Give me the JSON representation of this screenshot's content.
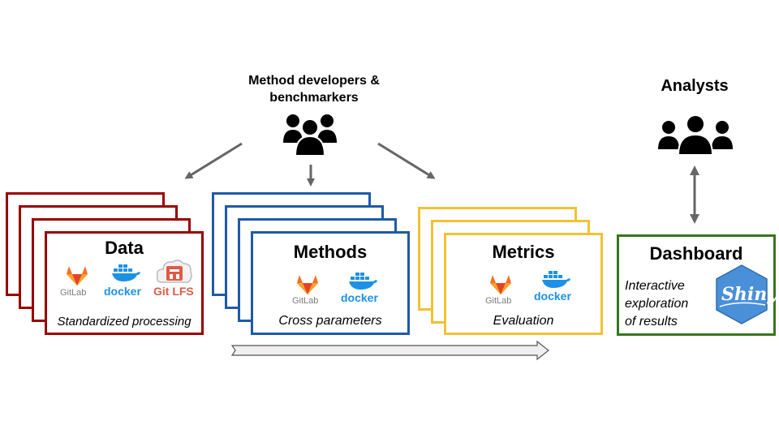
{
  "actors": {
    "developers": {
      "line1": "Method developers &",
      "line2": "benchmarkers",
      "icon": "people-group-icon"
    },
    "analysts": {
      "label": "Analysts",
      "icon": "people-group-icon"
    }
  },
  "stages": {
    "data": {
      "title": "Data",
      "subtitle": "Standardized processing",
      "logos": [
        "GitLab",
        "docker",
        "Git LFS"
      ]
    },
    "methods": {
      "title": "Methods",
      "subtitle": "Cross parameters",
      "logos": [
        "GitLab",
        "docker"
      ]
    },
    "metrics": {
      "title": "Metrics",
      "subtitle": "Evaluation",
      "logos": [
        "GitLab",
        "docker"
      ]
    },
    "dashboard": {
      "title": "Dashboard",
      "desc_line1": "Interactive",
      "desc_line2": "exploration",
      "desc_line3": "of results",
      "logo": "Shiny"
    }
  },
  "colors": {
    "data": "#990000",
    "methods": "#1f5aa6",
    "metrics": "#f1c232",
    "dashboard": "#38761d",
    "arrow": "#666666",
    "gitlab": "#e2432a",
    "docker": "#1d91e5",
    "shiny": "#4a90d9"
  }
}
